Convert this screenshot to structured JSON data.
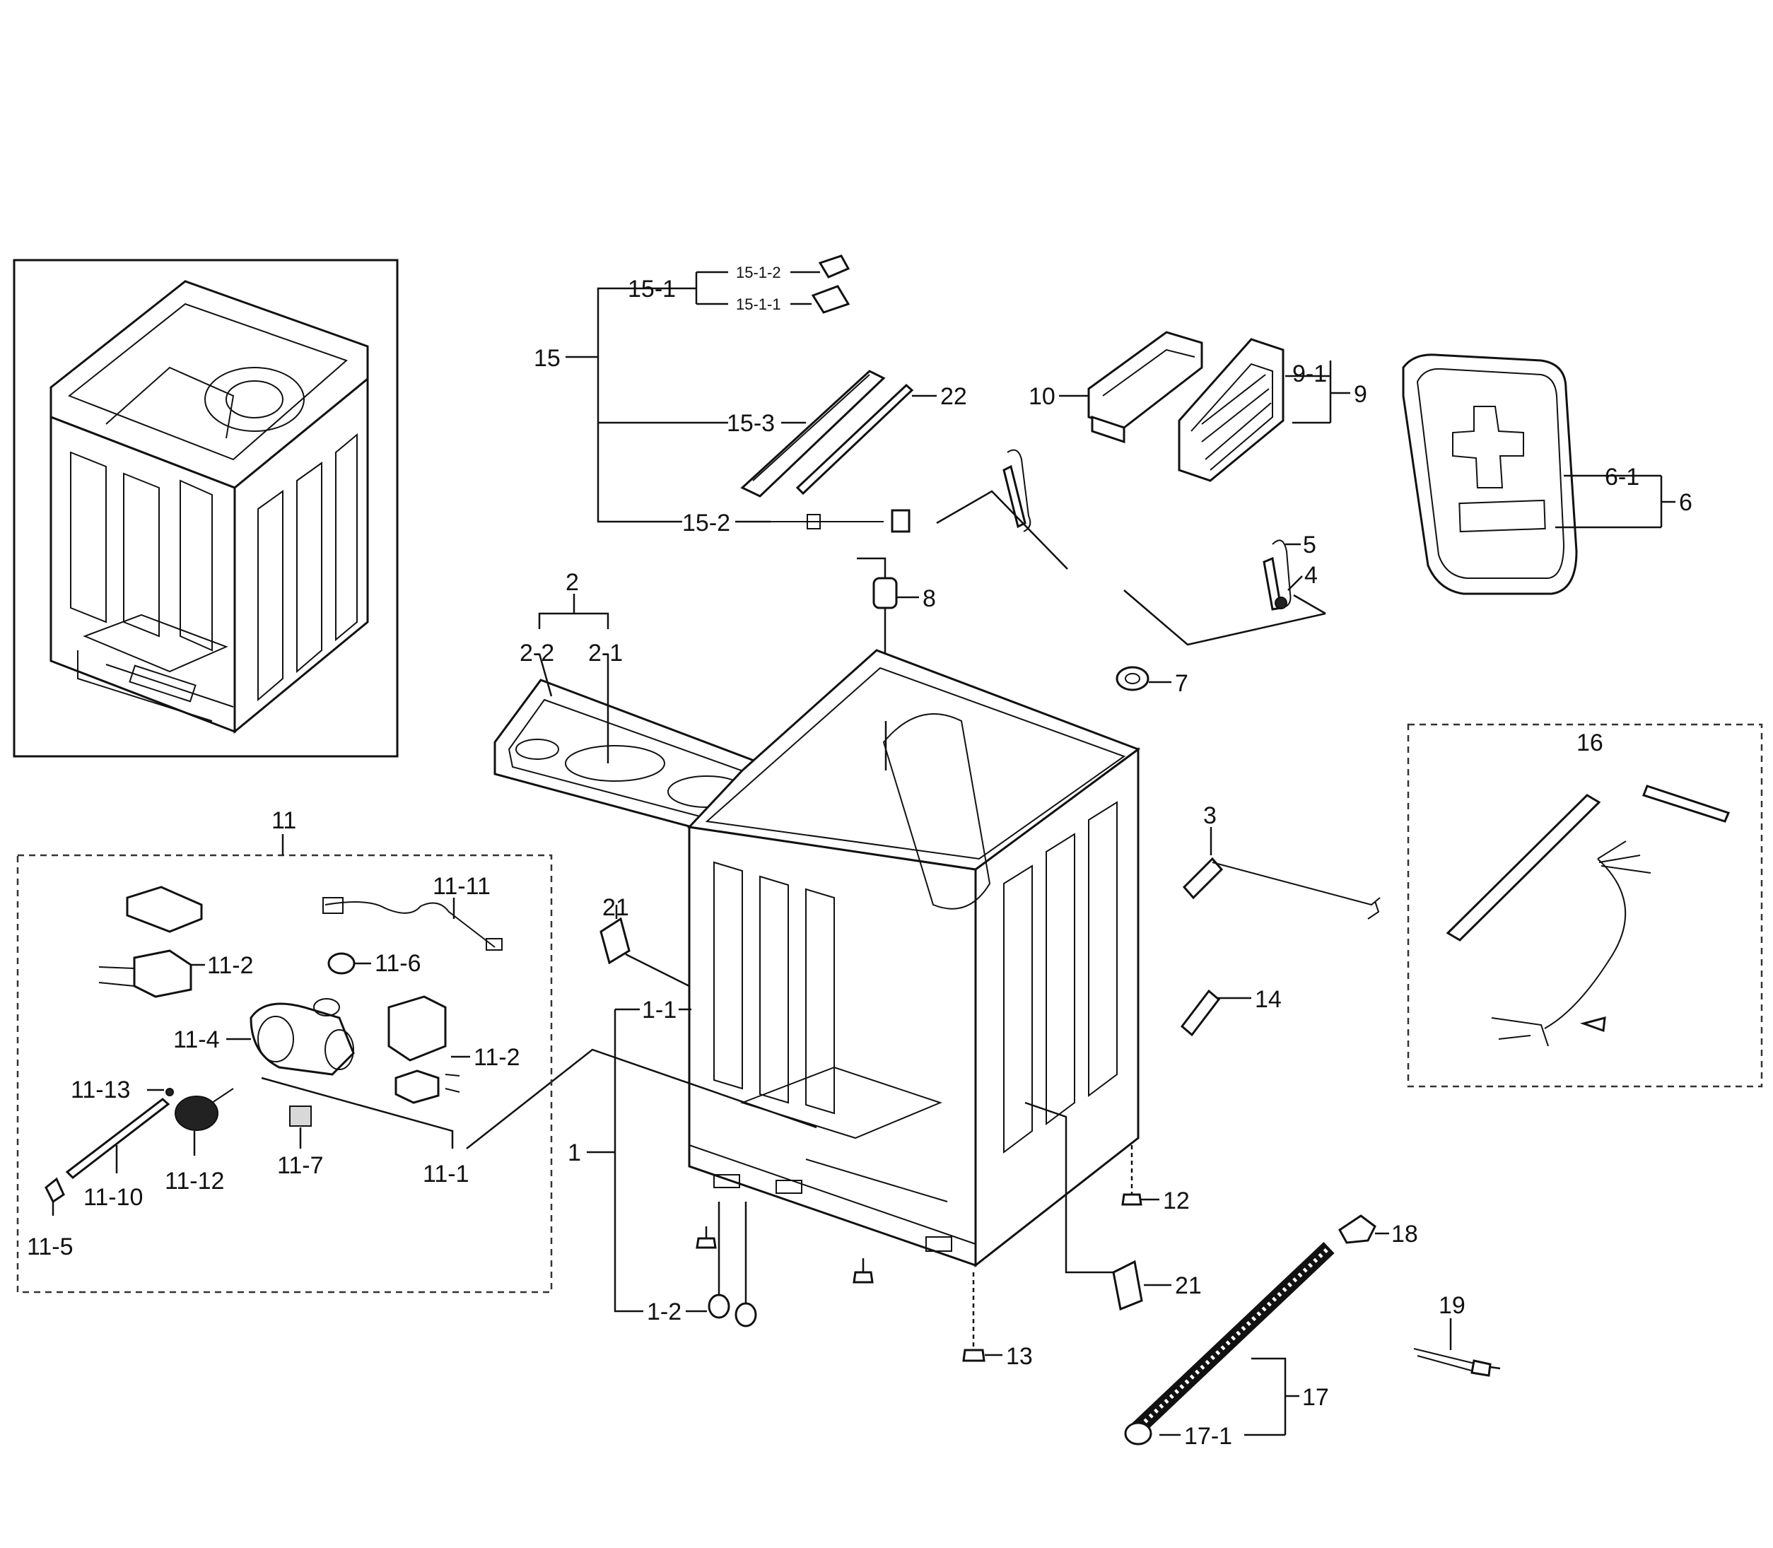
{
  "labels": {
    "p15": "15",
    "p15_1": "15-1",
    "p15_1_2": "15-1-2",
    "p15_1_1": "15-1-1",
    "p15_3": "15-3",
    "p15_2": "15-2",
    "p22": "22",
    "p10": "10",
    "p9_1": "9-1",
    "p9": "9",
    "p6_1": "6-1",
    "p6": "6",
    "p5": "5",
    "p4": "4",
    "p8": "8",
    "p2": "2",
    "p2_2": "2-2",
    "p2_1": "2-1",
    "p7": "7",
    "p16": "16",
    "p3": "3",
    "p11": "11",
    "p11_11": "11-11",
    "p11_2a": "11-2",
    "p11_6": "11-6",
    "p11_4": "11-4",
    "p11_2b": "11-2",
    "p11_13": "11-13",
    "p11_12": "11-12",
    "p11_7": "11-7",
    "p11_1": "11-1",
    "p11_10": "11-10",
    "p11_5": "11-5",
    "p21a": "21",
    "p1_1": "1-1",
    "p1": "1",
    "p1_2": "1-2",
    "p14": "14",
    "p12": "12",
    "p18": "18",
    "p21b": "21",
    "p13": "13",
    "p19": "19",
    "p17": "17",
    "p17_1": "17-1"
  }
}
